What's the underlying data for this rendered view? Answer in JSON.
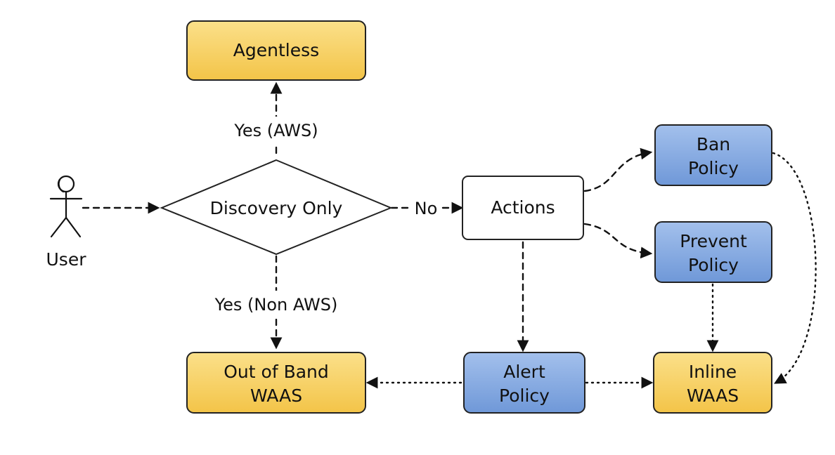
{
  "nodes": {
    "agentless": {
      "label": "Agentless",
      "color": "#f5cc5a"
    },
    "discovery": {
      "label": "Discovery Only"
    },
    "actions": {
      "label": "Actions"
    },
    "ban_policy": {
      "line1": "Ban",
      "line2": "Policy",
      "color": "#7ea6e0"
    },
    "prevent_policy": {
      "line1": "Prevent",
      "line2": "Policy",
      "color": "#7ea6e0"
    },
    "out_of_band": {
      "line1": "Out of Band",
      "line2": "WAAS",
      "color": "#f5cc5a"
    },
    "alert_policy": {
      "line1": "Alert",
      "line2": "Policy",
      "color": "#7ea6e0"
    },
    "inline_waas": {
      "line1": "Inline",
      "line2": "WAAS",
      "color": "#f5cc5a"
    },
    "user": {
      "label": "User"
    }
  },
  "edges": {
    "yes_aws": "Yes (AWS)",
    "yes_non_aws": "Yes (Non AWS)",
    "no": "No"
  }
}
